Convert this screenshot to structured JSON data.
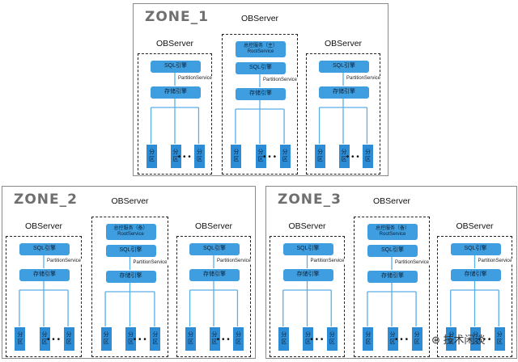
{
  "zones": [
    {
      "title": "ZONE_1",
      "servers": [
        {
          "label": "OBServer",
          "root_service": null
        },
        {
          "label": "OBServer",
          "root_service": {
            "line1": "总控服务（主）",
            "line2": "RootService"
          }
        },
        {
          "label": "OBServer",
          "root_service": null
        }
      ]
    },
    {
      "title": "ZONE_2",
      "servers": [
        {
          "label": "OBServer",
          "root_service": null
        },
        {
          "label": "OBServer",
          "root_service": {
            "line1": "总控服务（备）",
            "line2": "RootService"
          }
        },
        {
          "label": "OBServer",
          "root_service": null
        }
      ]
    },
    {
      "title": "ZONE_3",
      "servers": [
        {
          "label": "OBServer",
          "root_service": null
        },
        {
          "label": "OBServer",
          "root_service": {
            "line1": "总控服务（备）",
            "line2": "RootService"
          }
        },
        {
          "label": "OBServer",
          "root_service": null
        }
      ]
    }
  ],
  "sql_engine": "SQL引擎",
  "partition_service": "PartitionService",
  "storage_engine": "存储引擎",
  "partition": {
    "top": "分",
    "bottom": "区"
  },
  "ellipsis": "• • •",
  "watermark": "技术闲谈",
  "colors": {
    "box": "#3f9ee0",
    "partition": "#2d8cd6",
    "line": "#5aaee8",
    "zone_title": "#6f6f6f"
  }
}
